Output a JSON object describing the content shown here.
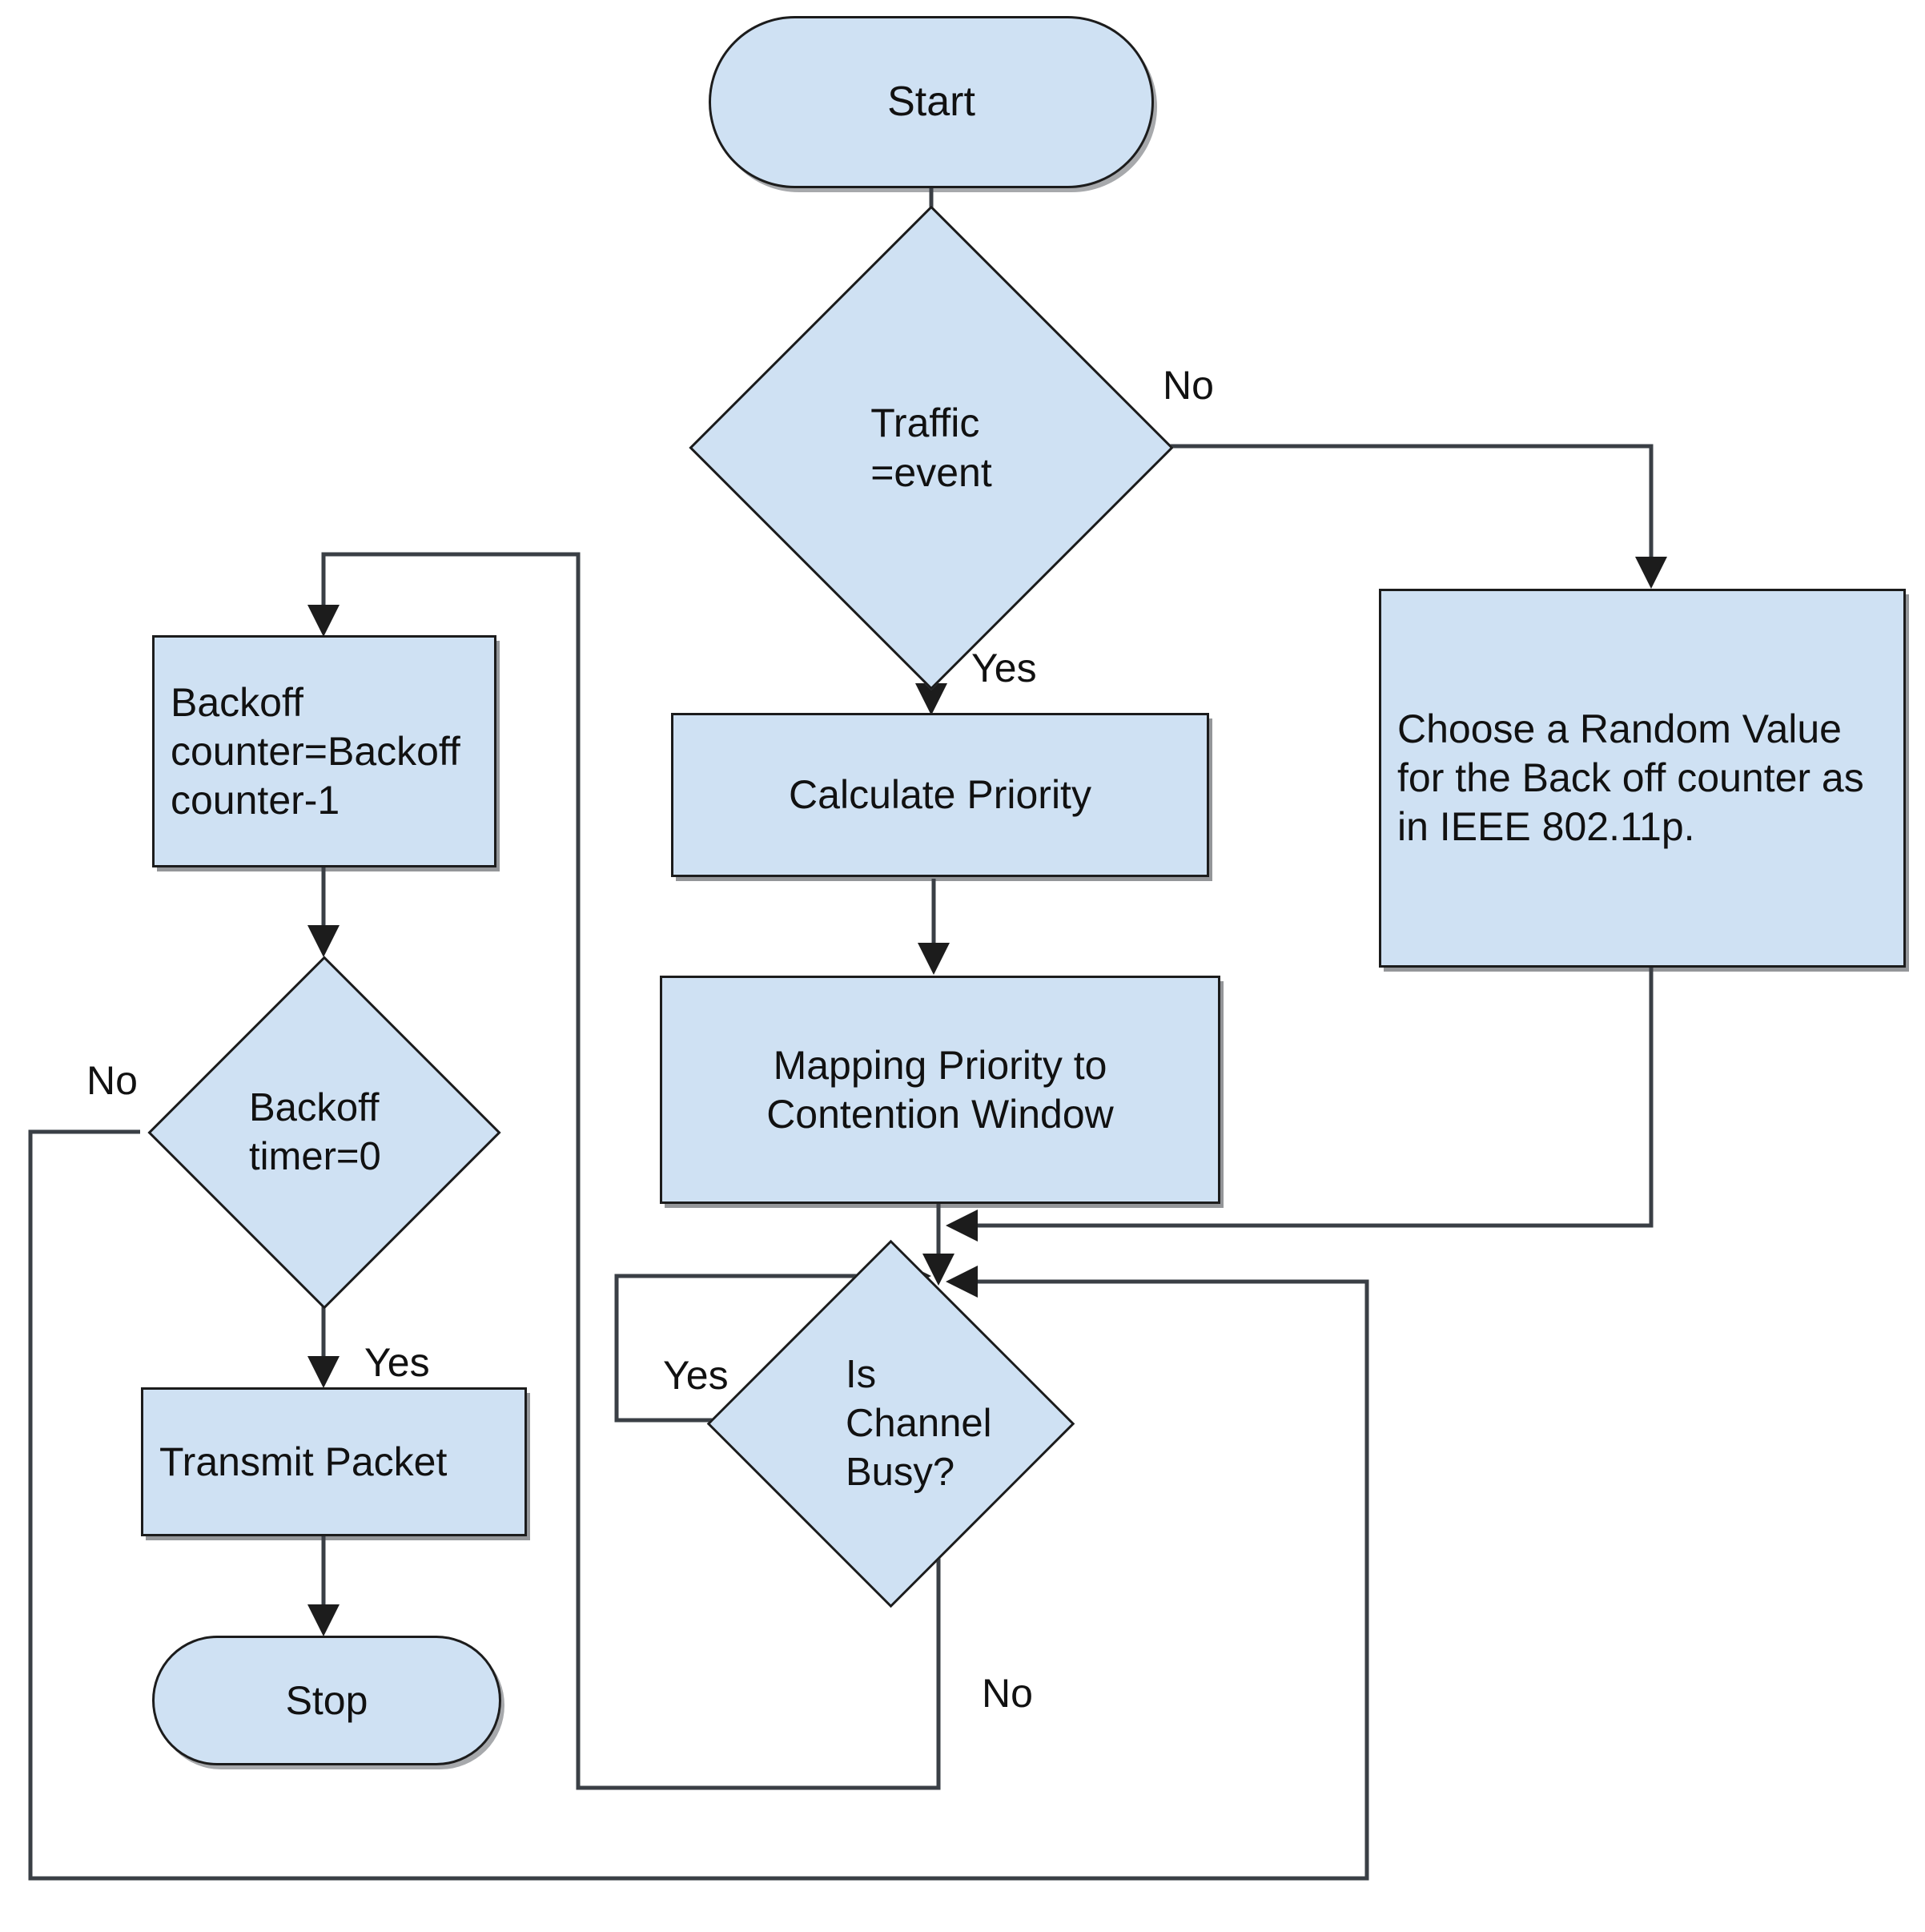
{
  "diagram": {
    "title": "IEEE 802.11p priority-based backoff flowchart",
    "fill_color": "#cfe1f3",
    "stroke_color": "#1c1c1c",
    "background_color": "#ffffff"
  },
  "nodes": {
    "start": {
      "label": "Start",
      "shape": "terminator"
    },
    "traffic_decision": {
      "label": "Traffic\n=event",
      "shape": "decision"
    },
    "calculate_priority": {
      "label": "Calculate Priority",
      "shape": "process"
    },
    "mapping_priority": {
      "label": "Mapping Priority to\nContention Window",
      "shape": "process"
    },
    "choose_random": {
      "label": "Choose a Random Value\nfor the Back off counter as\nin IEEE 802.11p.",
      "shape": "process"
    },
    "channel_busy": {
      "label": "Is\nChannel\nBusy?",
      "shape": "decision"
    },
    "backoff_counter": {
      "label": "Backoff\ncounter=Backoff\ncounter-1",
      "shape": "process"
    },
    "backoff_timer": {
      "label": "Backoff\ntimer=0",
      "shape": "decision"
    },
    "transmit_packet": {
      "label": "Transmit Packet",
      "shape": "process"
    },
    "stop": {
      "label": "Stop",
      "shape": "terminator"
    }
  },
  "edge_labels": {
    "traffic_no": "No",
    "traffic_yes": "Yes",
    "channel_yes": "Yes",
    "channel_no": "No",
    "timer_no": "No",
    "timer_yes": "Yes"
  },
  "flow": [
    {
      "from": "start",
      "to": "traffic_decision",
      "label": ""
    },
    {
      "from": "traffic_decision",
      "to": "choose_random",
      "label": "No"
    },
    {
      "from": "traffic_decision",
      "to": "calculate_priority",
      "label": "Yes"
    },
    {
      "from": "calculate_priority",
      "to": "mapping_priority",
      "label": ""
    },
    {
      "from": "mapping_priority",
      "to": "channel_busy",
      "label": ""
    },
    {
      "from": "choose_random",
      "to": "channel_busy",
      "label": ""
    },
    {
      "from": "channel_busy",
      "to": "channel_busy",
      "label": "Yes"
    },
    {
      "from": "channel_busy",
      "to": "backoff_counter",
      "label": "No"
    },
    {
      "from": "backoff_counter",
      "to": "backoff_timer",
      "label": ""
    },
    {
      "from": "backoff_timer",
      "to": "backoff_counter",
      "label": "No"
    },
    {
      "from": "backoff_timer",
      "to": "transmit_packet",
      "label": "Yes"
    },
    {
      "from": "transmit_packet",
      "to": "stop",
      "label": ""
    }
  ]
}
